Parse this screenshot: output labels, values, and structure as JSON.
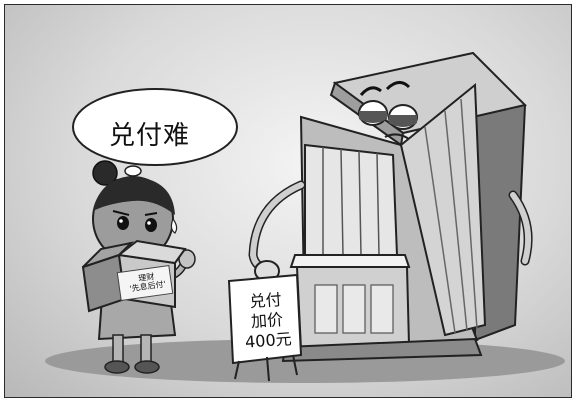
{
  "speech_bubble": {
    "text": "兑付难"
  },
  "box_label": {
    "line1": "理财",
    "line2": "'先息后付'"
  },
  "sign": {
    "line1": "兑付",
    "line2": "加价",
    "line3": "400元"
  }
}
